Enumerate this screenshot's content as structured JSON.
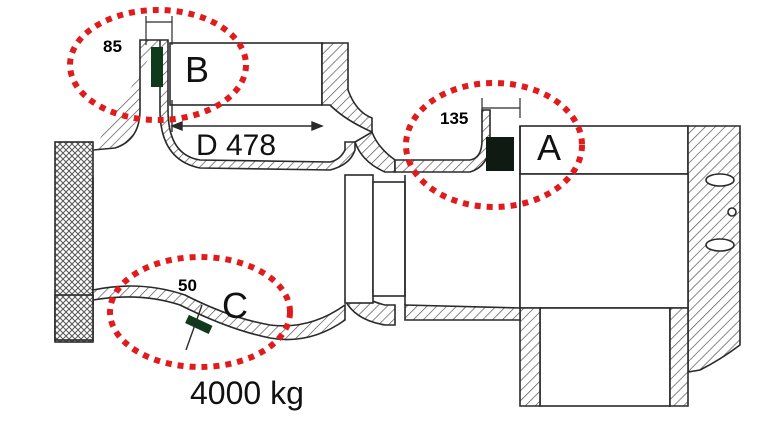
{
  "zones": [
    {
      "id": "A",
      "label": "A",
      "value": "135"
    },
    {
      "id": "B",
      "label": "B",
      "value": "85"
    },
    {
      "id": "C",
      "label": "C",
      "value": "50"
    }
  ],
  "dimension": "D 478",
  "load": "4000 kg",
  "colors": {
    "highlight": "#e11b1b",
    "marker": "#0f3a1c",
    "line": "#2a2a2a"
  }
}
